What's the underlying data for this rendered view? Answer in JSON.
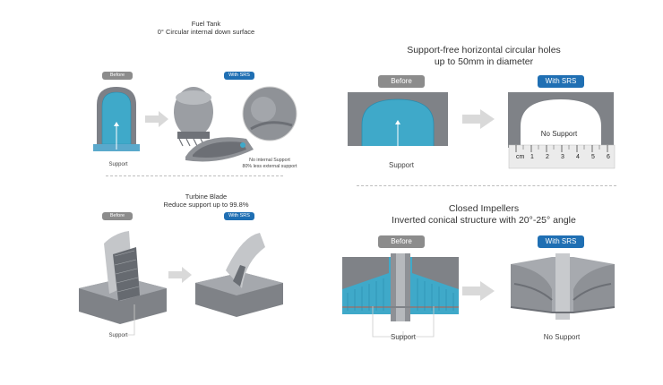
{
  "fuel_tank": {
    "title": "Fuel Tank",
    "subtitle": "0° Circular internal down surface",
    "before": "Before",
    "after": "With SRS",
    "support": "Support",
    "note_1": "No internal Support",
    "note_2": "80% less external support"
  },
  "turbine": {
    "title": "Turbine Blade",
    "subtitle": "Reduce support up to 99.8%",
    "before": "Before",
    "after": "With SRS",
    "support": "Support"
  },
  "holes": {
    "title": "Support-free horizontal circular holes",
    "subtitle": "up to 50mm in diameter",
    "before": "Before",
    "after": "With SRS",
    "support": "Support",
    "no_support": "No Support",
    "ruler_labels": [
      "cm",
      "1",
      "2",
      "3",
      "4",
      "5",
      "6"
    ]
  },
  "impellers": {
    "title": "Closed Impellers",
    "subtitle": "Inverted conical structure with 20°-25° angle",
    "before": "Before",
    "after": "With SRS",
    "support": "Support",
    "no_support": "No Support"
  },
  "colors": {
    "before_badge": "#8c8c8c",
    "after_badge": "#1f6fb3",
    "support_blue": "#3fa9c9",
    "metal": "#8e9196",
    "arrow": "#d9d9d9"
  }
}
